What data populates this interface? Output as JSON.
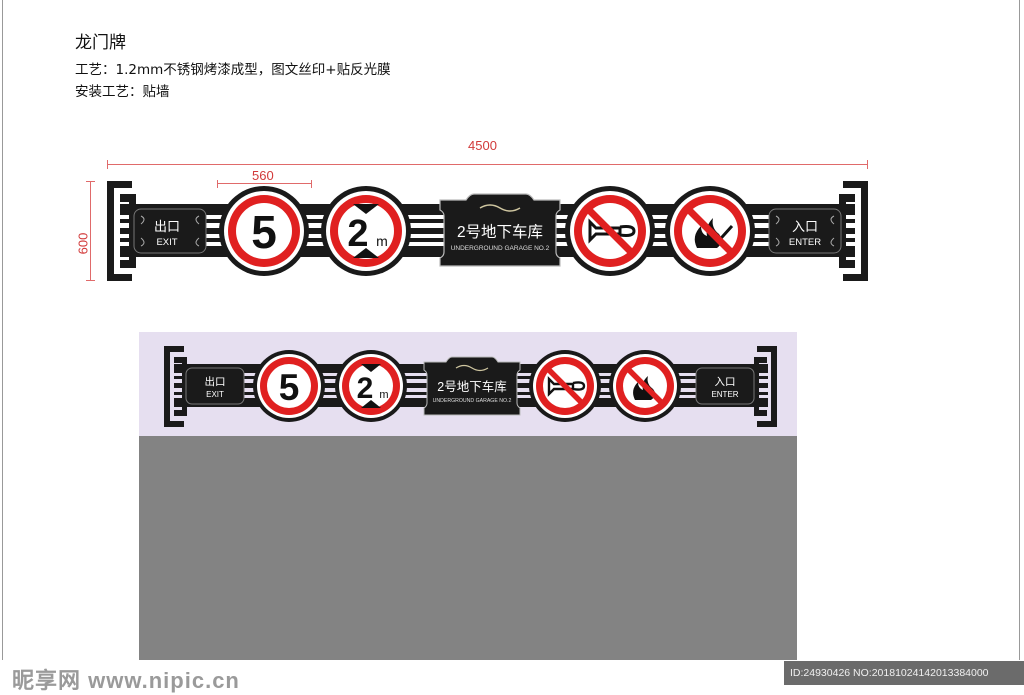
{
  "notes": {
    "title": "龙门牌",
    "process": "工艺：1.2mm不锈钢烤漆成型，图文丝印+贴反光膜",
    "install": "安装工艺：贴墙"
  },
  "dimensions": {
    "total_width": "4500",
    "sign_width": "560",
    "height": "600"
  },
  "sign": {
    "exit_cn": "出口",
    "exit_en": "EXIT",
    "enter_cn": "入口",
    "enter_en": "ENTER",
    "speed_limit": "5",
    "height_limit": "2",
    "height_unit": "m",
    "garage_cn": "2号地下车库",
    "garage_en": "UNDERGROUND  GARAGE NO.2"
  },
  "watermark": {
    "site": "昵享网 www.nipic.cn",
    "id_text": "ID:24930426 NO:20181024142013384000"
  },
  "colors": {
    "red": "#e02020",
    "black": "#1a1a1a",
    "dimension": "#d23a3a",
    "lavender": "#e6dff0",
    "wall": "#838383"
  }
}
